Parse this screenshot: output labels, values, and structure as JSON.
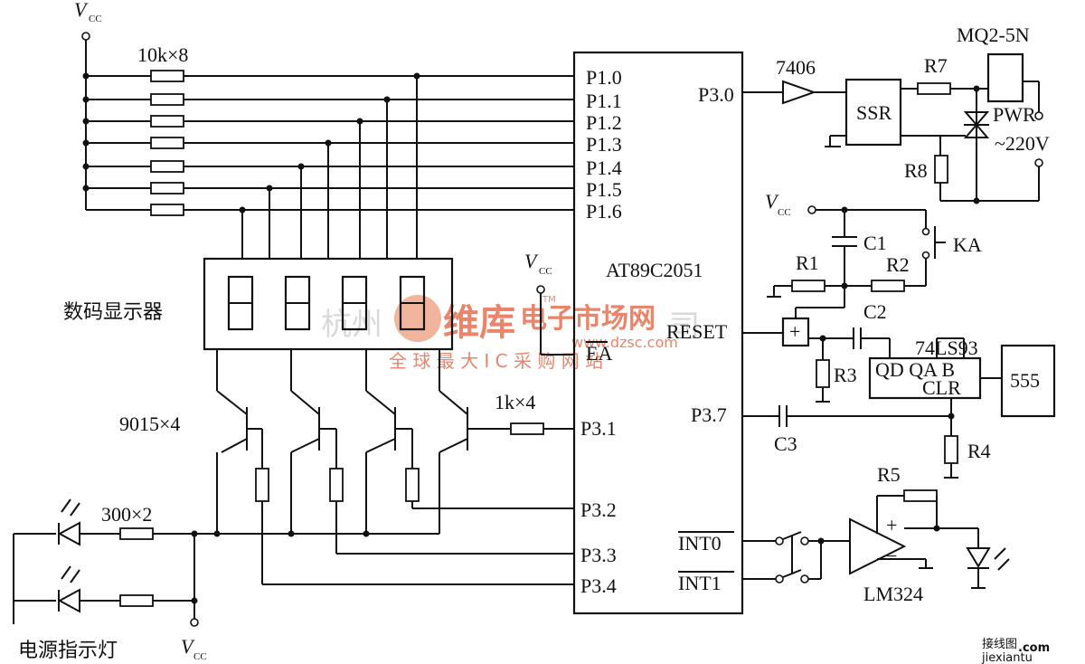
{
  "labels": {
    "vcc_main": "V",
    "vcc_sub": "CC",
    "res_array": "10k×8",
    "display": "数码显示器",
    "transistors": "9015×4",
    "base_res": "1k×4",
    "led_res": "300×2",
    "power_indicator": "电源指示灯",
    "mcu": "AT89C2051",
    "ea": "EA",
    "reset": "RESET",
    "buffer": "7406",
    "ssr": "SSR",
    "r7": "R7",
    "r8": "R8",
    "relay": "MQ2-5N",
    "pwr": "PWR",
    "ac": "~220V",
    "c1": "C1",
    "r1": "R1",
    "r2": "R2",
    "ka": "KA",
    "c2": "C2",
    "r3": "R3",
    "counter": "74LS93",
    "counter_pins": "QD QA B",
    "clr": "CLR",
    "timer": "555",
    "c3": "C3",
    "r4": "R4",
    "r5": "R5",
    "opamp": "LM324",
    "opamp_plus": "+",
    "opamp_minus": "−",
    "gate_plus": "+"
  },
  "pins_left": [
    "P1.0",
    "P1.1",
    "P1.2",
    "P1.3",
    "P1.4",
    "P1.5",
    "P1.6",
    "P3.1",
    "P3.2",
    "P3.3",
    "P3.4"
  ],
  "pins_right": [
    "P3.0",
    "P3.7",
    "INT0",
    "INT1"
  ],
  "watermark": {
    "brand": "维库",
    "brand_sub": "电子市场网",
    "url": "www.dzsc.com",
    "slogan": "全 球 最 大 I C 采 购 网 站",
    "city": "杭州",
    "tm": "TM",
    "corner": "接线图",
    "corner_dom": ".com",
    "corner_url": "jiexiantu"
  }
}
